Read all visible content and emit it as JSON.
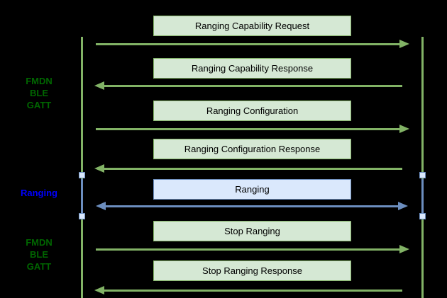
{
  "diagram": {
    "type": "sequence-diagram",
    "background": "#000000",
    "phases": [
      {
        "label": "FMDN\nBLE\nGATT",
        "color": "#006600"
      },
      {
        "label": "Ranging",
        "color": "#0000ff"
      },
      {
        "label": "FMDN\nBLE\nGATT",
        "color": "#006600"
      }
    ],
    "messages": [
      {
        "label": "Ranging Capability Request",
        "direction": "right",
        "scheme": "green"
      },
      {
        "label": "Ranging Capability Response",
        "direction": "left",
        "scheme": "green"
      },
      {
        "label": "Ranging Configuration",
        "direction": "right",
        "scheme": "green"
      },
      {
        "label": "Ranging Configuration Response",
        "direction": "left",
        "scheme": "green"
      },
      {
        "label": "Ranging",
        "direction": "both",
        "scheme": "blue"
      },
      {
        "label": "Stop Ranging",
        "direction": "right",
        "scheme": "green"
      },
      {
        "label": "Stop Ranging Response",
        "direction": "left",
        "scheme": "green"
      }
    ],
    "colors": {
      "green_fill": "#d5e8d4",
      "green_stroke": "#82b366",
      "blue_fill": "#dae8fc",
      "blue_stroke": "#6c8ebf"
    }
  }
}
